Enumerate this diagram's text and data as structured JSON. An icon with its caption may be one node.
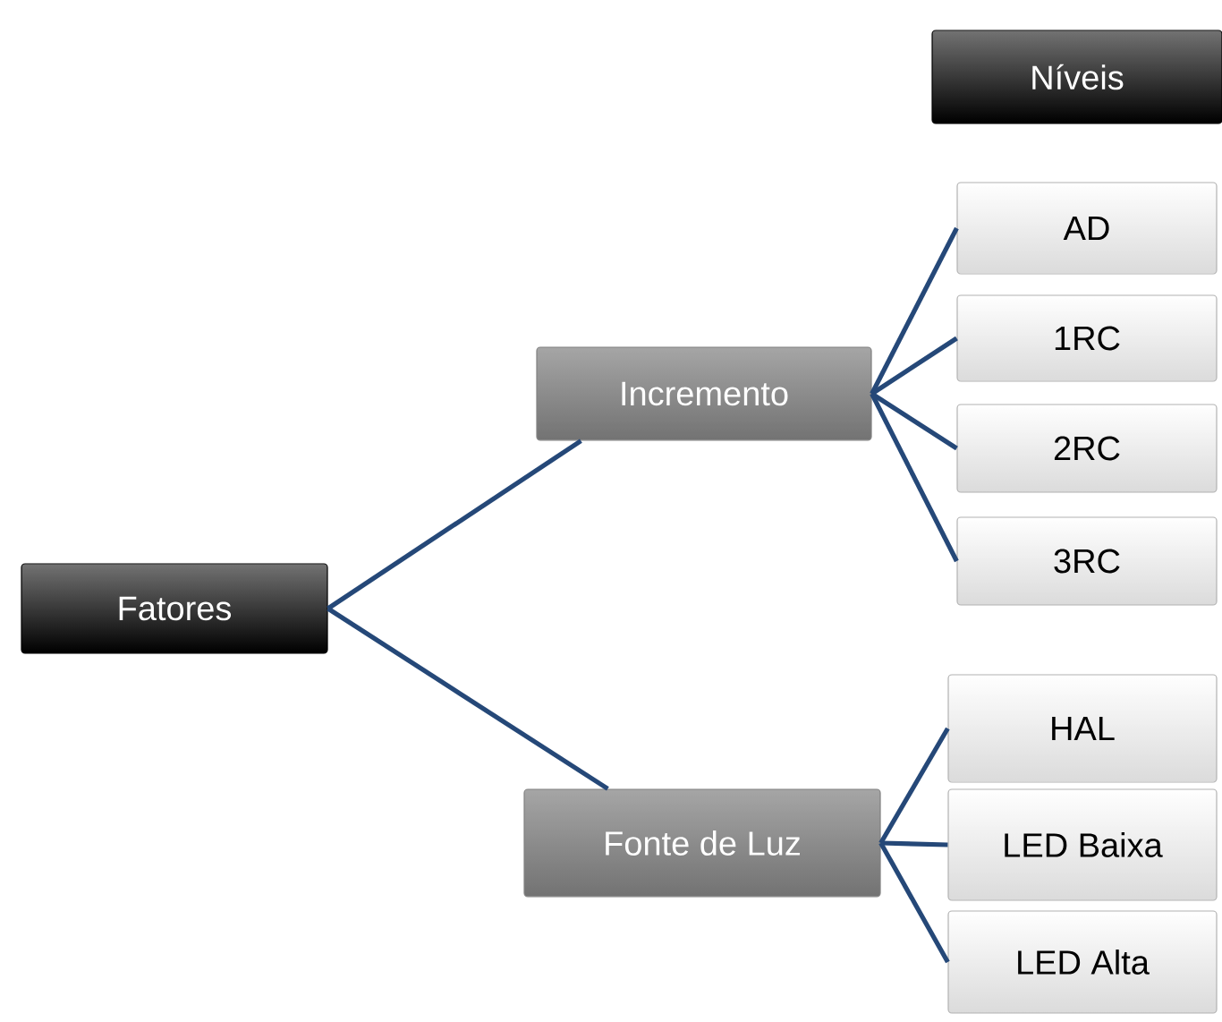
{
  "diagram": {
    "nodes": [
      {
        "text": [
          "Níveis"
        ]
      },
      {
        "text": [
          "Fatores"
        ]
      },
      {
        "text": [
          "Incremento"
        ]
      },
      {
        "text": [
          "AD"
        ]
      },
      {
        "text": [
          "1RC"
        ]
      },
      {
        "text": [
          "2RC"
        ]
      },
      {
        "text": [
          "3RC"
        ]
      },
      {
        "text": [
          "Fonte de Luz"
        ]
      },
      {
        "text": [
          "HAL"
        ]
      },
      {
        "text": [
          "LED Baixa"
        ]
      },
      {
        "text": [
          "LED Alta"
        ]
      }
    ],
    "edges": [
      {
        "from": 1,
        "to": 2,
        "arrow": "none"
      },
      {
        "from": 1,
        "to": 7,
        "arrow": "none"
      },
      {
        "from": 2,
        "to": 3,
        "arrow": "none"
      },
      {
        "from": 2,
        "to": 4,
        "arrow": "none"
      },
      {
        "from": 2,
        "to": 5,
        "arrow": "none"
      },
      {
        "from": 2,
        "to": 6,
        "arrow": "none"
      },
      {
        "from": 7,
        "to": 8,
        "arrow": "none"
      },
      {
        "from": 7,
        "to": 9,
        "arrow": "none"
      },
      {
        "from": 7,
        "to": 10,
        "arrow": "none"
      }
    ]
  }
}
